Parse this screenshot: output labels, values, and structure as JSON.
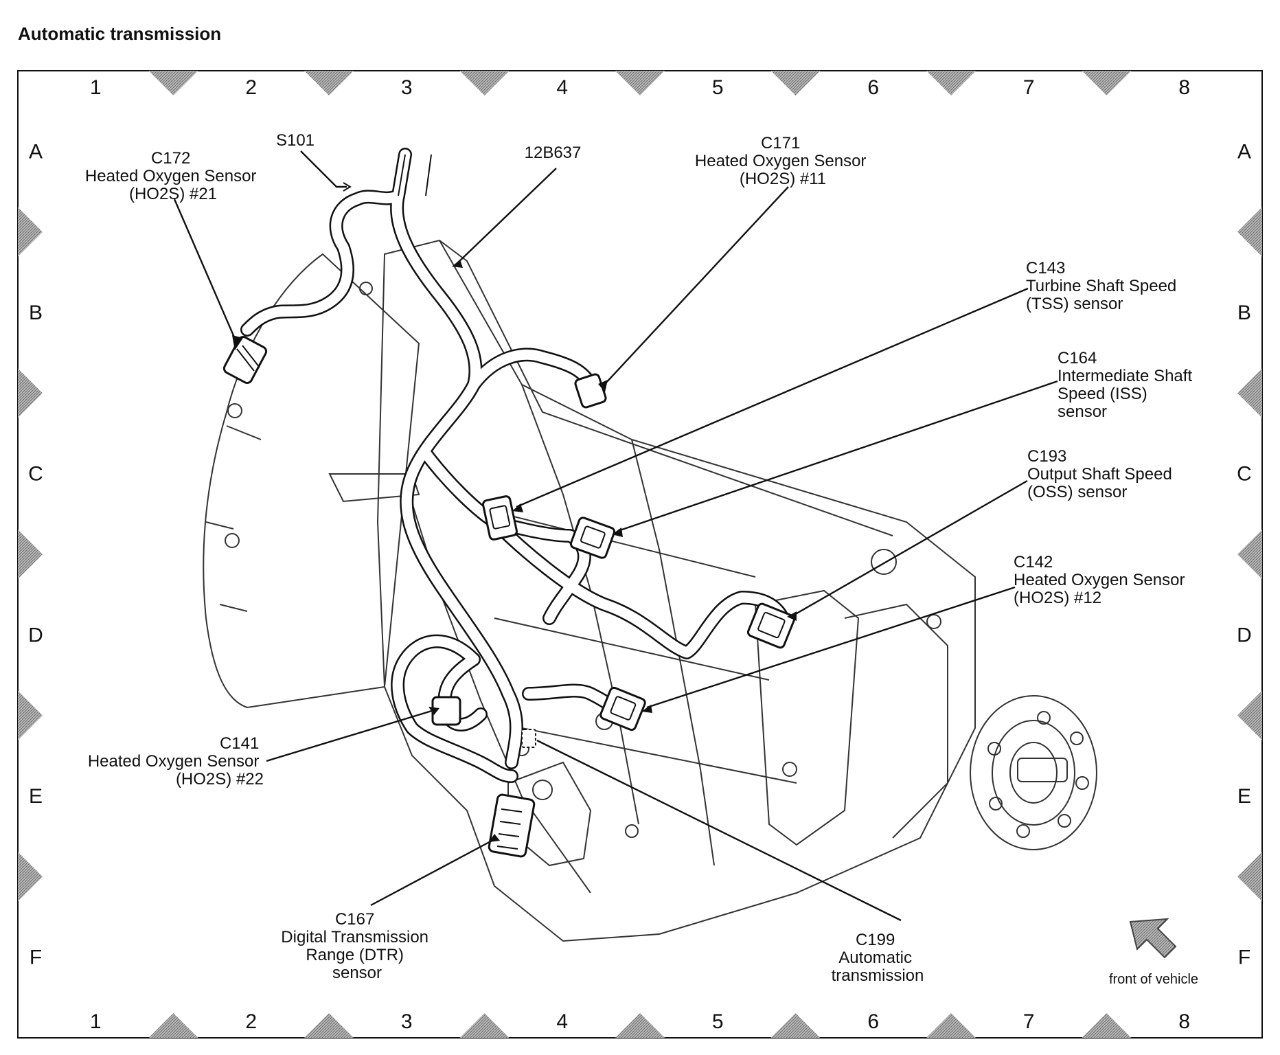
{
  "title": "Automatic transmission",
  "grid": {
    "columns": [
      "1",
      "2",
      "3",
      "4",
      "5",
      "6",
      "7",
      "8"
    ],
    "rows": [
      "A",
      "B",
      "C",
      "D",
      "E",
      "F"
    ]
  },
  "labels": {
    "s101": {
      "lines": [
        "S101"
      ]
    },
    "c172": {
      "lines": [
        "C172",
        "Heated Oxygen Sensor",
        "(HO2S) #21"
      ]
    },
    "h12b637": {
      "lines": [
        "12B637"
      ]
    },
    "c171": {
      "lines": [
        "C171",
        "Heated Oxygen Sensor",
        "(HO2S) #11"
      ]
    },
    "c143": {
      "lines": [
        "C143",
        "Turbine Shaft Speed",
        "(TSS) sensor"
      ]
    },
    "c164": {
      "lines": [
        "C164",
        "Intermediate Shaft",
        "Speed (ISS)",
        "sensor"
      ]
    },
    "c193": {
      "lines": [
        "C193",
        "Output Shaft Speed",
        "(OSS) sensor"
      ]
    },
    "c142": {
      "lines": [
        "C142",
        "Heated Oxygen Sensor",
        "(HO2S) #12"
      ]
    },
    "c141": {
      "lines": [
        "C141",
        "Heated Oxygen Sensor",
        "(HO2S) #22"
      ]
    },
    "c167": {
      "lines": [
        "C167",
        "Digital Transmission",
        "Range (DTR)",
        "sensor"
      ]
    },
    "c199": {
      "lines": [
        "C199",
        "Automatic",
        "transmission"
      ]
    }
  },
  "front_of_vehicle": "front of vehicle",
  "colors": {
    "ink": "#111111",
    "frame_marker": "#9a9a9a",
    "background": "#ffffff"
  }
}
